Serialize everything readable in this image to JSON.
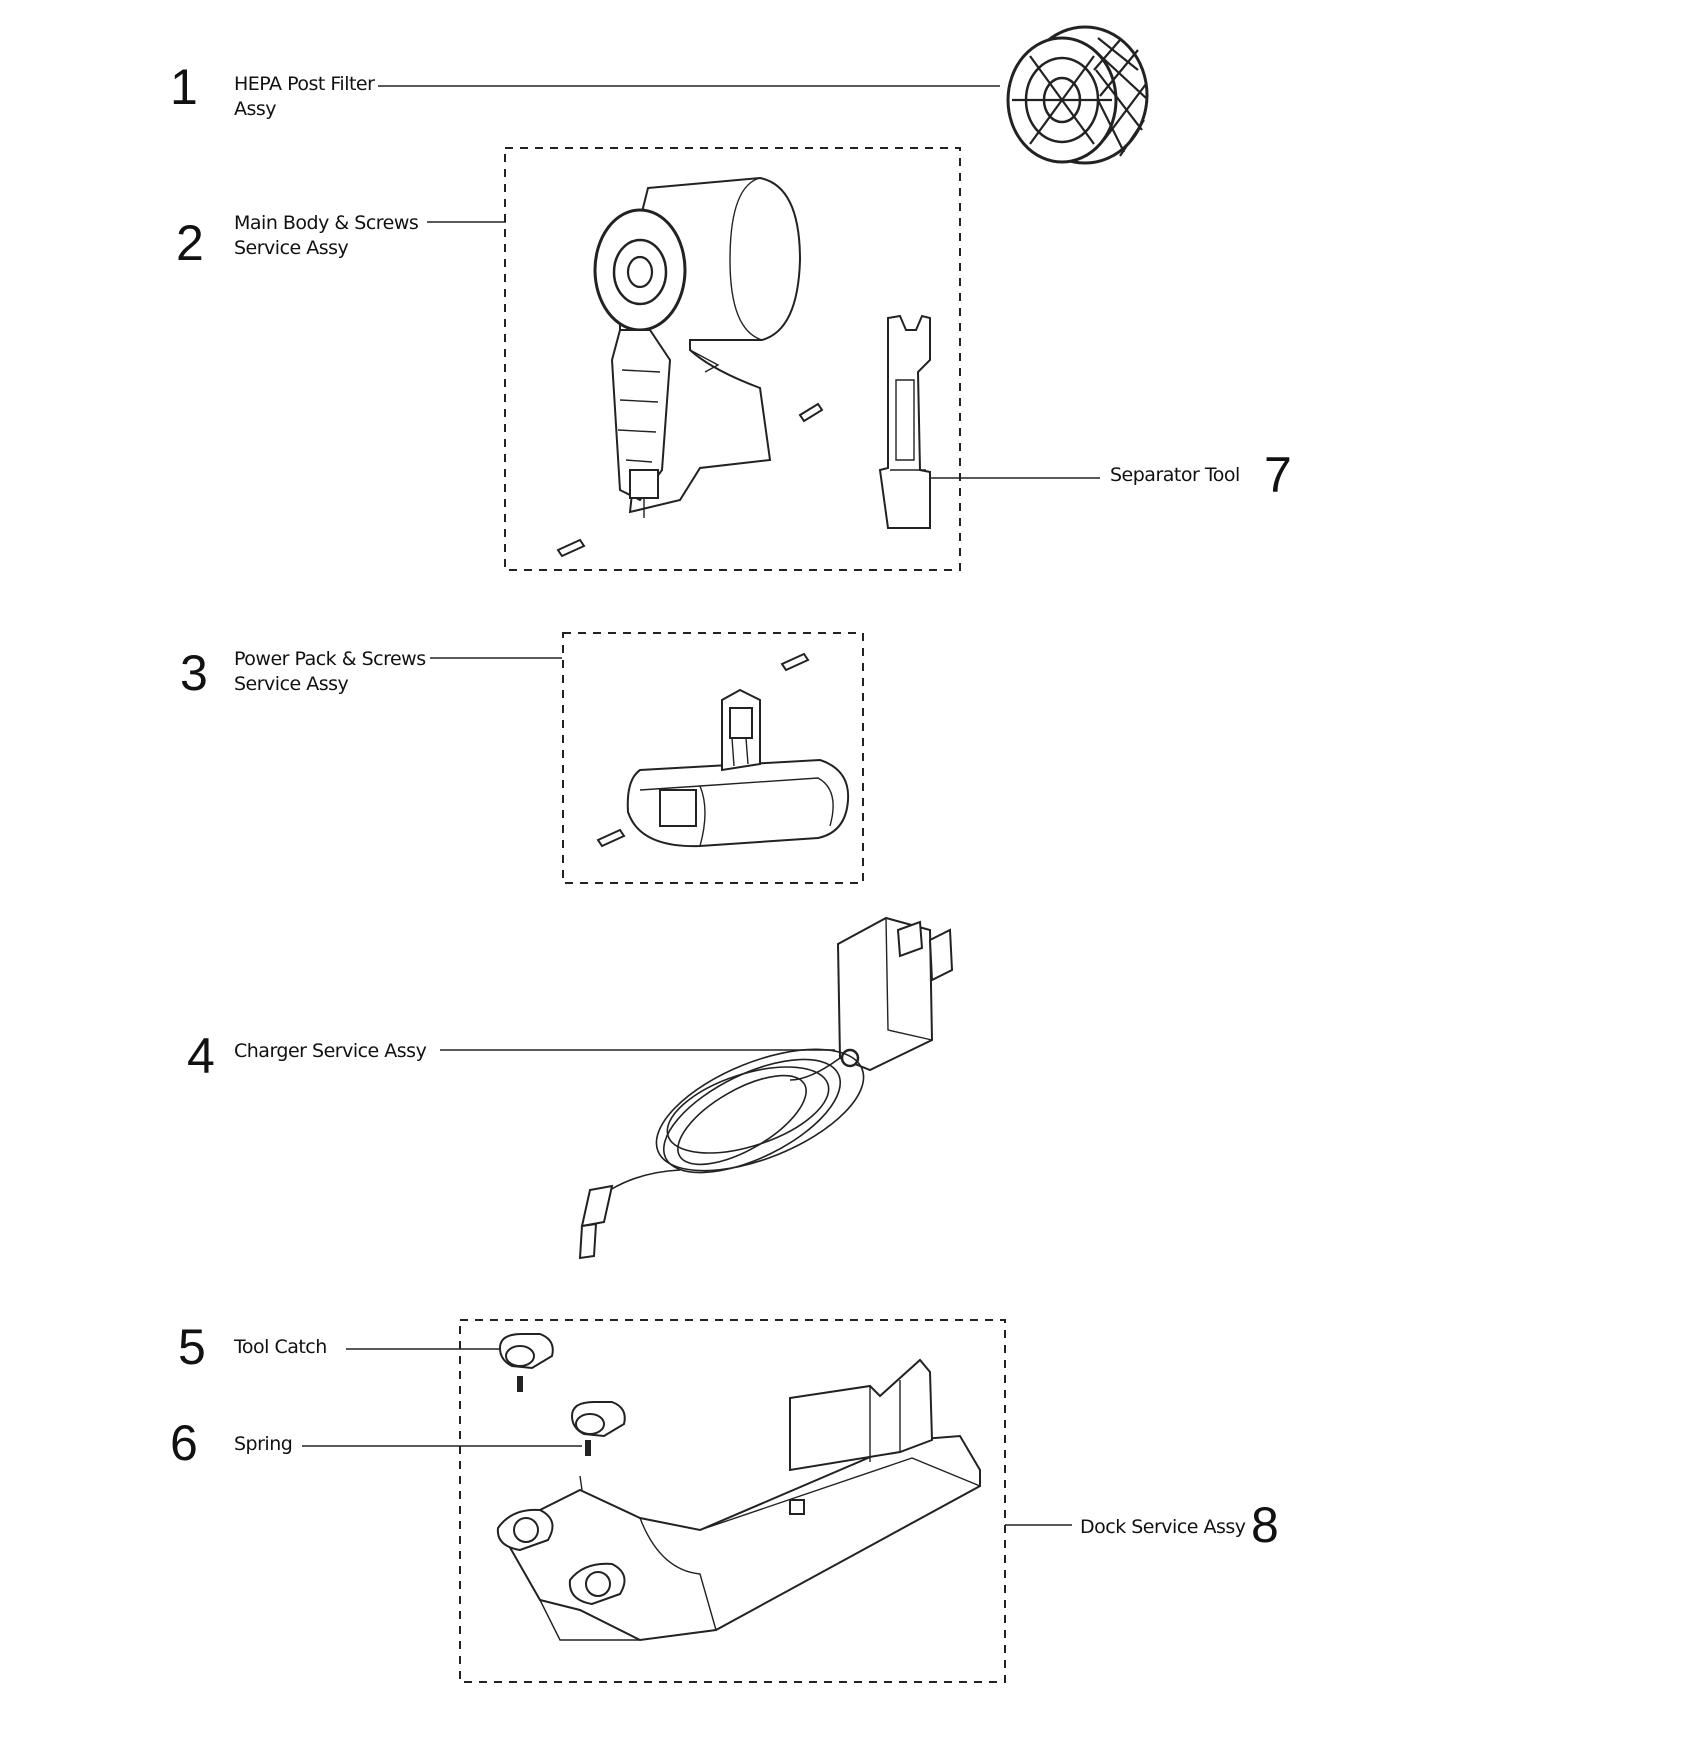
{
  "parts": [
    {
      "number": "1",
      "lines": [
        "HEPA Post Filter",
        "Assy"
      ]
    },
    {
      "number": "2",
      "lines": [
        "Main Body & Screws",
        "Service Assy"
      ]
    },
    {
      "number": "3",
      "lines": [
        "Power Pack & Screws",
        "Service Assy"
      ]
    },
    {
      "number": "4",
      "lines": [
        "Charger Service Assy"
      ]
    },
    {
      "number": "5",
      "lines": [
        "Tool Catch"
      ]
    },
    {
      "number": "6",
      "lines": [
        "Spring"
      ]
    },
    {
      "number": "7",
      "lines": [
        "Separator Tool"
      ]
    },
    {
      "number": "8",
      "lines": [
        "Dock Service Assy"
      ]
    }
  ]
}
